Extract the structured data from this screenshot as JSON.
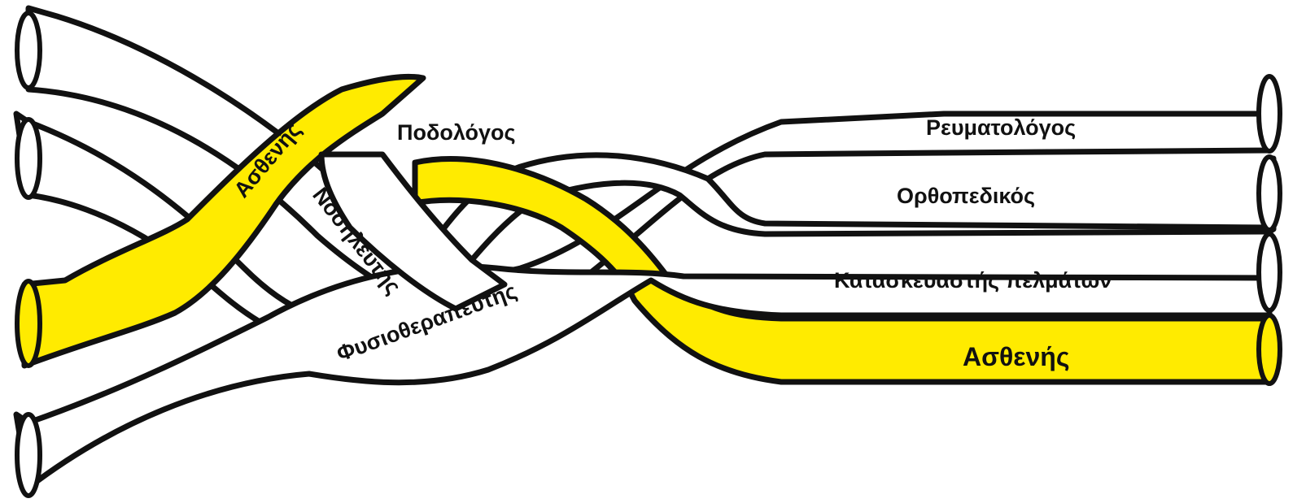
{
  "colors": {
    "patient_strand": "#ffeb00",
    "other_strand": "#ffffff",
    "outline": "#111111"
  },
  "strands": {
    "patient_left": "Ασθενής",
    "podiatrist": "Ποδολόγος",
    "nurse": "Νοσηλευτής",
    "physiotherapist": "Φυσιοθεραπευτής",
    "rheumatologist": "Ρευματολόγος",
    "orthopedist": "Ορθοπεδικός",
    "insole_maker": "Κατασκευαστής πελμάτων",
    "patient_right": "Ασθενής"
  }
}
